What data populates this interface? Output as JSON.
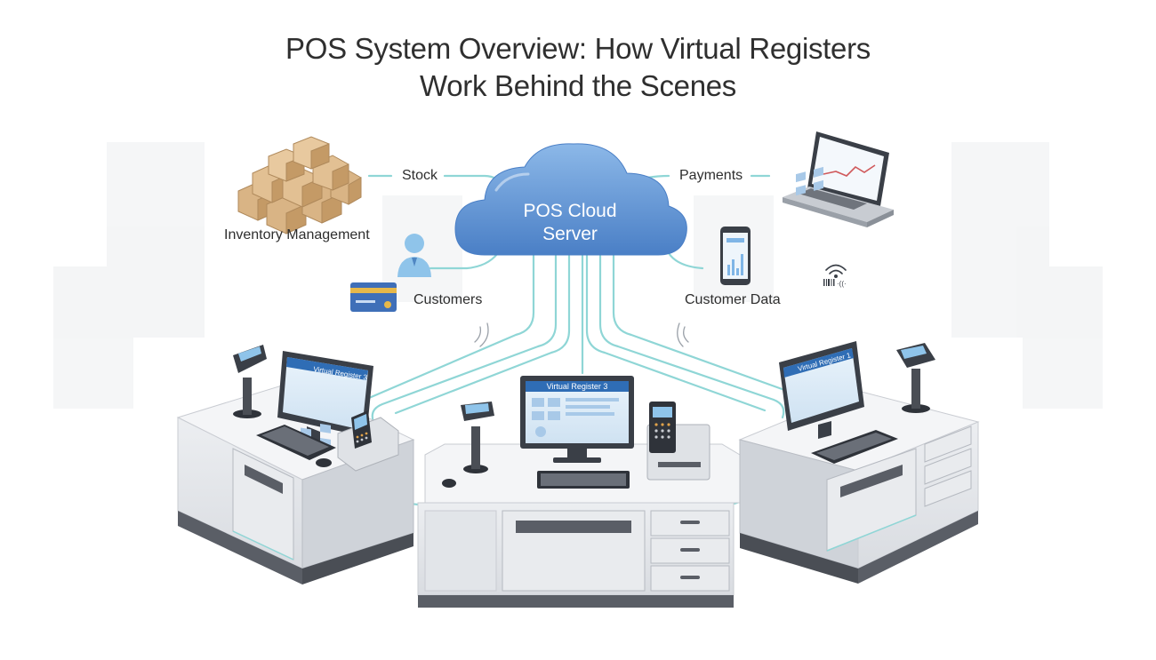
{
  "title": {
    "line1": "POS System Overview: How Virtual Registers",
    "line2": "Work Behind the Scenes"
  },
  "cloud": {
    "line1": "POS Cloud",
    "line2": "Server"
  },
  "labels": {
    "stock": "Stock",
    "payments": "Payments",
    "inventory": "Inventory Management",
    "customers": "Customers",
    "customer_data": "Customer Data"
  },
  "registers": {
    "left": "Virtual Register 3",
    "center": "Virtual Register 3",
    "right": "Virtual Register 1"
  },
  "colors": {
    "cloud_fill": "#5b8fd0",
    "connector": "#8fd6d6",
    "counter_body": "#e4e6ea",
    "counter_base": "#5a5e66",
    "screen_header": "#2f6db5"
  },
  "icons": [
    "boxes-icon",
    "laptop-icon",
    "person-icon",
    "credit-card-icon",
    "smartphone-icon",
    "barcode-scanner-icon",
    "card-terminal-icon",
    "wifi-icon"
  ]
}
